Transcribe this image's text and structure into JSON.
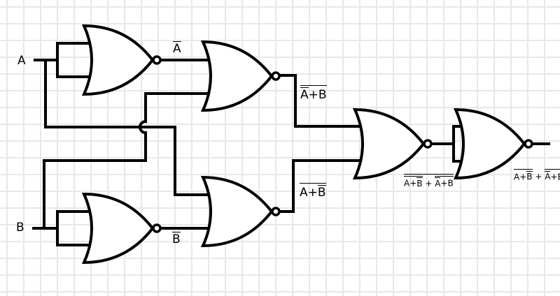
{
  "inputs": {
    "a": "A",
    "b": "B"
  },
  "labels": {
    "not_a": "A",
    "not_b": "B",
    "nor_nota_b": {
      "a": "A",
      "rest": "+B"
    },
    "nor_a_notb": {
      "a": "A+",
      "b": "B"
    },
    "gate5_out": {
      "left_a": "A+",
      "left_b": "B",
      "plus": " + ",
      "right_a": "A",
      "right_rest": "+B"
    },
    "final_out": {
      "left_a": "A+",
      "left_b": "B",
      "plus": " + ",
      "right_a": "A",
      "right_rest": "+B"
    }
  },
  "gates": [
    "nor-1",
    "nor-2",
    "nor-3",
    "nor-4",
    "nor-5",
    "nor-6"
  ]
}
